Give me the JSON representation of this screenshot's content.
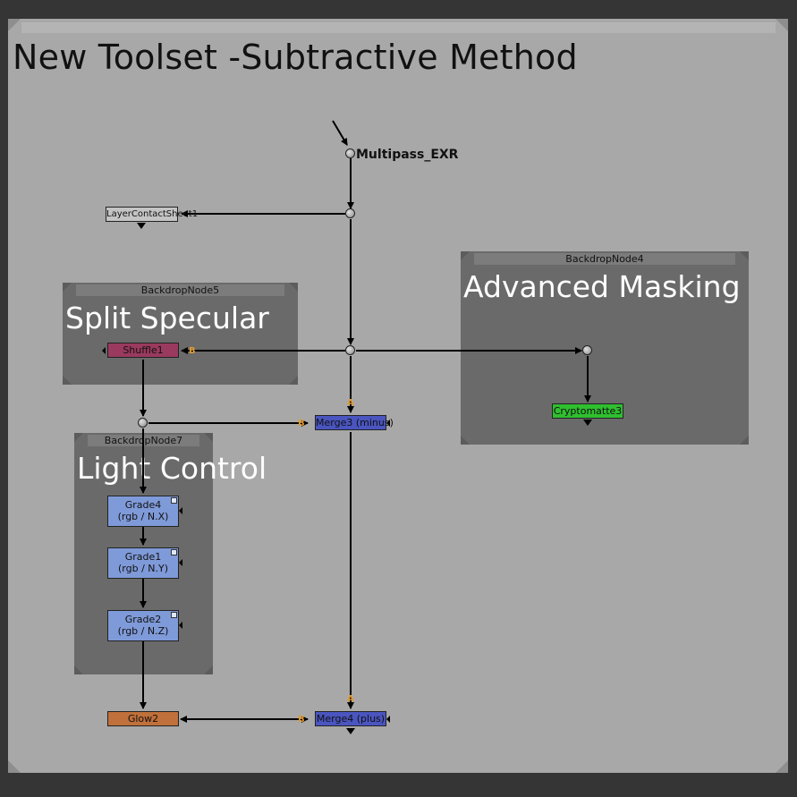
{
  "canvas": {
    "title": "New Toolset -Subtractive Method"
  },
  "read_node": {
    "label": "Multipass_EXR"
  },
  "backdrops": {
    "split": {
      "name": "BackdropNode5",
      "label": "Split Specular"
    },
    "masking": {
      "name": "BackdropNode4",
      "label": "Advanced Masking"
    },
    "light": {
      "name": "BackdropNode7",
      "label": "Light Control"
    }
  },
  "nodes": {
    "contact_sheet": "LayerContactSheet1",
    "shuffle": "Shuffle1",
    "merge3": "Merge3 (minus)",
    "cryptomatte": "Cryptomatte3",
    "grade4": {
      "name": "Grade4",
      "channels": "(rgb / N.X)"
    },
    "grade1": {
      "name": "Grade1",
      "channels": "(rgb / N.Y)"
    },
    "grade2": {
      "name": "Grade2",
      "channels": "(rgb / N.Z)"
    },
    "glow": "Glow2",
    "merge4": "Merge4 (plus)"
  },
  "pins": {
    "a": "A",
    "b": "B"
  },
  "colors": {
    "shuffle": "#9a3a5e",
    "merge": "#4a55c0",
    "grade": "#7f9ad8",
    "cryptomatte": "#2fbf2f",
    "glow": "#c0703a",
    "contact_sheet": "#c4c4c4"
  }
}
